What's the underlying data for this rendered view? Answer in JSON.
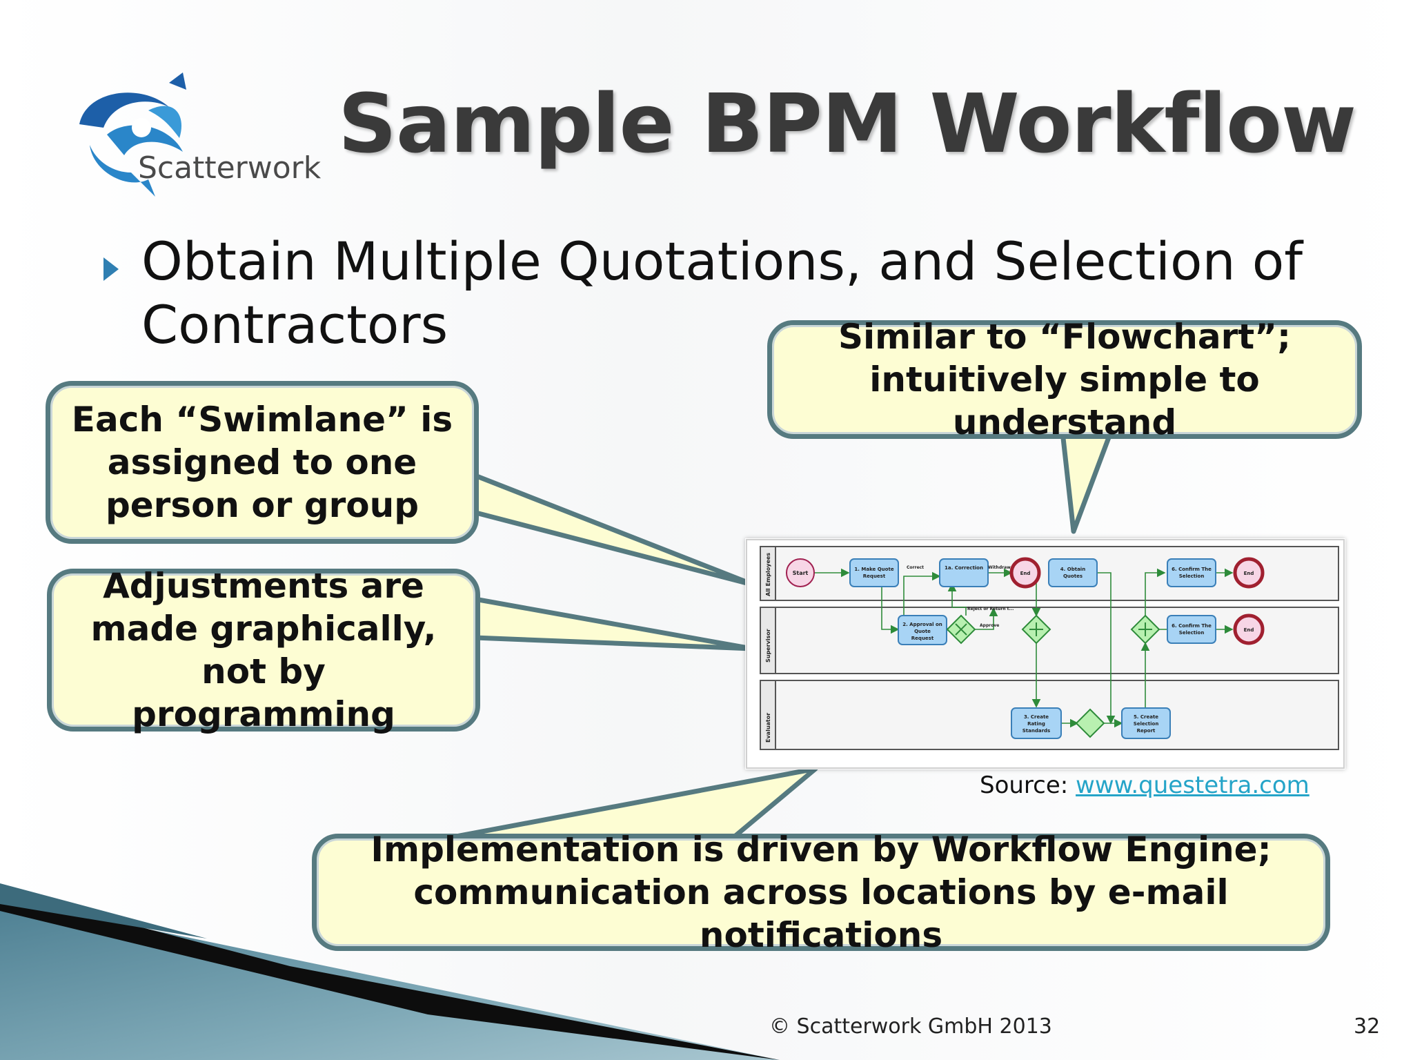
{
  "title": "Sample BPM Workflow",
  "logo": {
    "text": "Scatterwork"
  },
  "bullet": "Obtain Multiple Quotations, and Selection of Contractors",
  "callouts": {
    "swimlane": "Each “Swimlane” is assigned to one person or group",
    "graphical": "Adjustments are made graphically, not by programming",
    "flowchart": "Similar to “Flowchart”; intuitively simple to understand",
    "engine": "Implementation is driven by Workflow Engine; communication across locations by e-mail notifications"
  },
  "diagram": {
    "lanes": [
      "All Employees",
      "Supervisor",
      "Evaluator"
    ],
    "nodes": {
      "start": "Start",
      "make_quote": [
        "1. Make Quote",
        "Request"
      ],
      "correction": "1a. Correction",
      "end1": "End",
      "obtain": [
        "4. Obtain",
        "Quotes"
      ],
      "confirm1": [
        "6. Confirm The",
        "Selection"
      ],
      "end2": "End",
      "approval": [
        "2. Approval on",
        "Quote",
        "Request"
      ],
      "confirm2": [
        "6. Confirm The",
        "Selection"
      ],
      "end3": "End",
      "rating": [
        "3. Create",
        "Rating",
        "Standards"
      ],
      "report": [
        "5. Create",
        "Selection",
        "Report"
      ]
    },
    "edge_labels": {
      "correct": "Correct",
      "withdraw": "Withdraw",
      "reject": "Reject or Return t...",
      "approve": "Approve"
    }
  },
  "source": {
    "label": "Source:",
    "link": "www.questetra.com"
  },
  "footer": {
    "copyright": "© Scatterwork GmbH 2013",
    "page": "32"
  },
  "colors": {
    "callout_fill": "#fdfdd3",
    "callout_border": "#567a80",
    "accent": "#2f7fb2",
    "link": "#25a4c8"
  }
}
